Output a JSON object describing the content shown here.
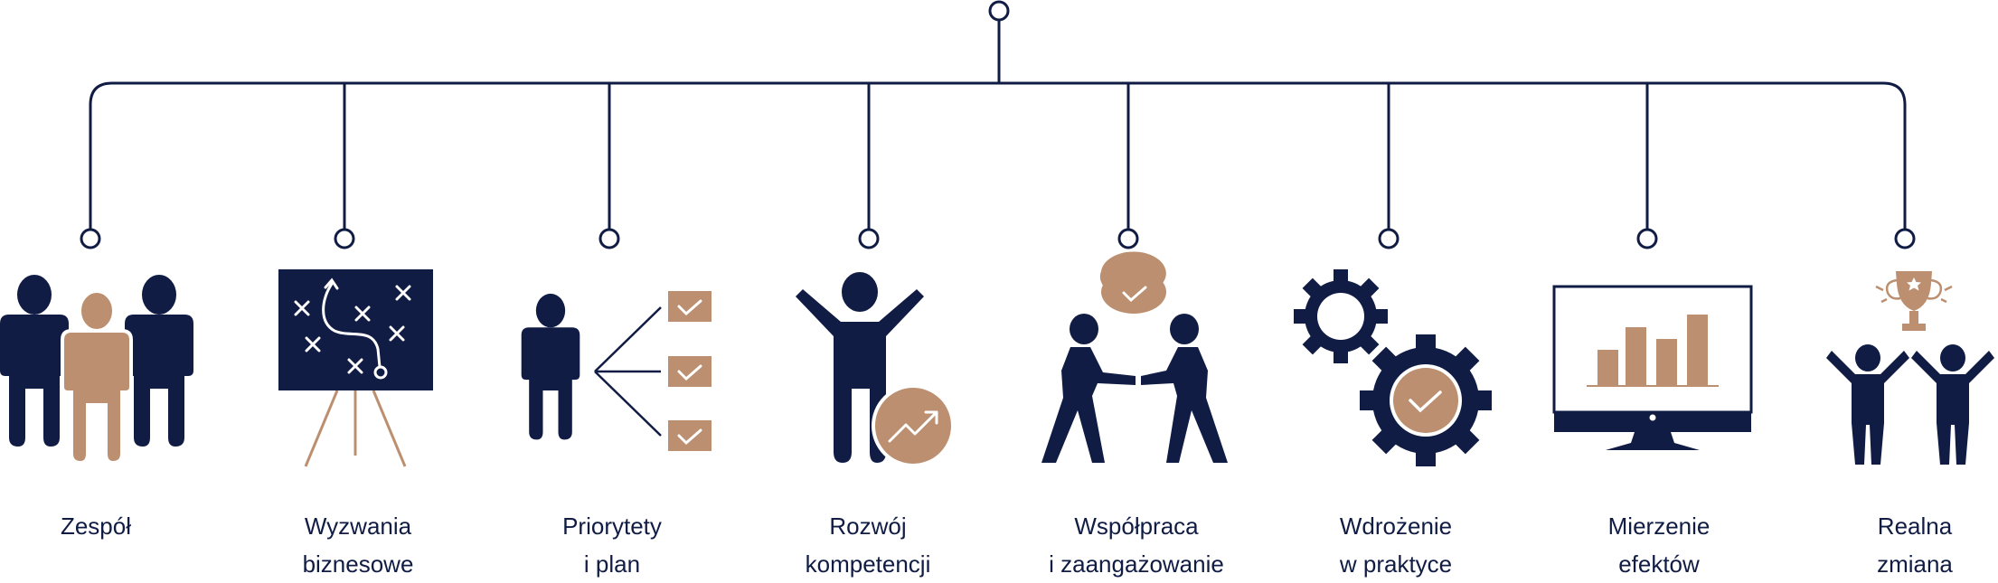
{
  "colors": {
    "navy": "#101c44",
    "tan": "#bb8f6f",
    "white": "#ffffff"
  },
  "steps": [
    {
      "icon": "team-icon",
      "line1": "Zespół",
      "line2": ""
    },
    {
      "icon": "strategy-board-icon",
      "line1": "Wyzwania",
      "line2": "biznesowe"
    },
    {
      "icon": "priorities-checklist-icon",
      "line1": "Priorytety",
      "line2": "i plan"
    },
    {
      "icon": "growth-person-icon",
      "line1": "Rozwój",
      "line2": "kompetencji"
    },
    {
      "icon": "handshake-icon",
      "line1": "Współpraca",
      "line2": "i zaangażowanie"
    },
    {
      "icon": "gears-icon",
      "line1": "Wdrożenie",
      "line2": "w praktyce"
    },
    {
      "icon": "monitor-bar-chart-icon",
      "line1": "Mierzenie",
      "line2": "efektów"
    },
    {
      "icon": "trophy-people-icon",
      "line1": "Realna",
      "line2": "zmiana"
    }
  ]
}
